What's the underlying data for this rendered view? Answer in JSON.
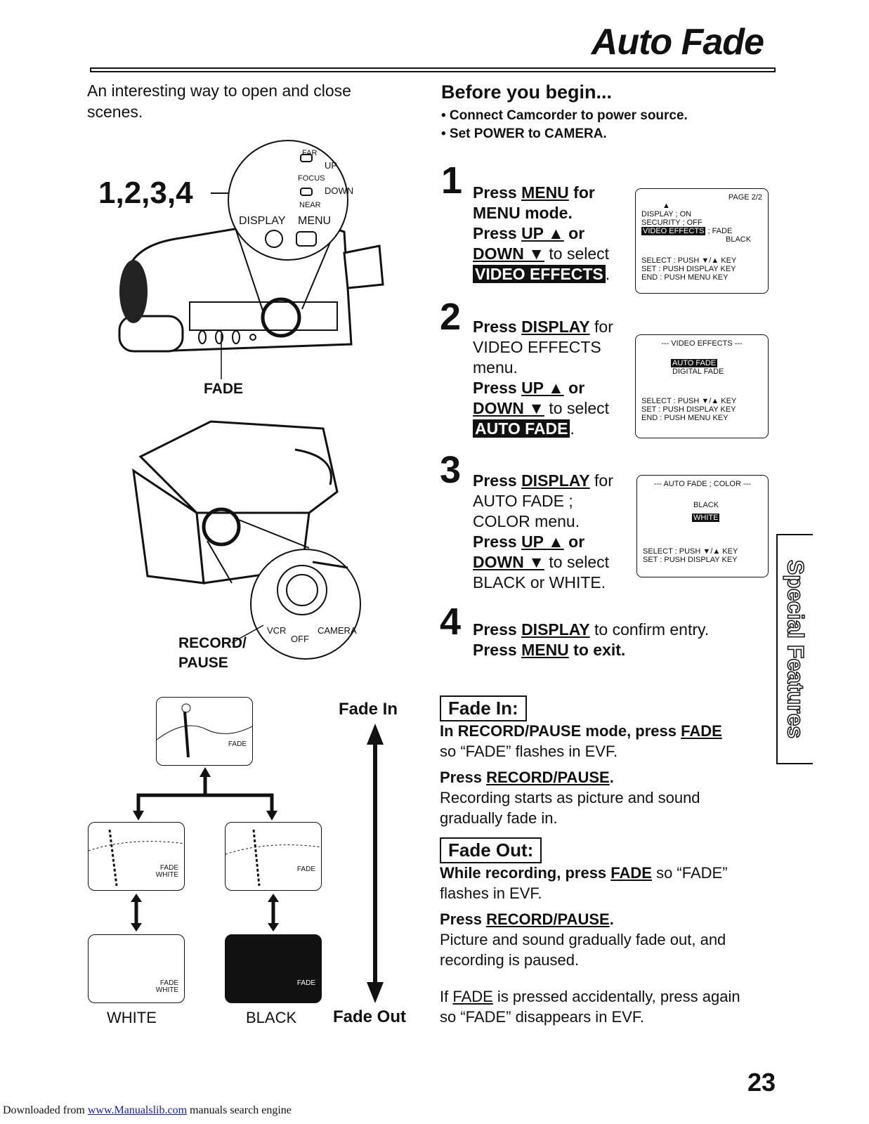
{
  "page": {
    "title": "Auto Fade",
    "intro": "An interesting way to open and close scenes.",
    "page_number": "23",
    "side_tab": "Special Features",
    "footer": {
      "prefix": "Downloaded from ",
      "link": "www.Manualslib.com",
      "suffix": " manuals search engine"
    }
  },
  "before": {
    "heading": "Before you begin...",
    "items": [
      "• Connect Camcorder to power source.",
      "• Set POWER to CAMERA."
    ]
  },
  "figure": {
    "step_label": "1,2,3,4",
    "far": "FAR",
    "up": "UP",
    "focus": "FOCUS",
    "near": "NEAR",
    "down": "DOWN",
    "display": "DISPLAY",
    "menu": "MENU",
    "fade": "FADE",
    "record_pause": [
      "RECORD/",
      "PAUSE"
    ],
    "vcr": "VCR",
    "off": "OFF",
    "camera": "CAMERA"
  },
  "steps": [
    {
      "num": "1",
      "a": "Press ",
      "a_u": "MENU",
      "a2": " for",
      "b": "MENU mode.",
      "c": "Press ",
      "c_u": "UP ▲",
      "c2": " or",
      "d_u": "DOWN ▼",
      "d2": " to select",
      "hl": "VIDEO EFFECTS",
      "end": "."
    },
    {
      "num": "2",
      "a": "Press ",
      "a_u": "DISPLAY",
      "a2": " for",
      "b": "VIDEO EFFECTS",
      "b2": "menu.",
      "c": "Press ",
      "c_u": "UP ▲",
      "c2": " or",
      "d_u": "DOWN ▼",
      "d2": " to select",
      "hl": "AUTO FADE",
      "end": "."
    },
    {
      "num": "3",
      "a": "Press ",
      "a_u": "DISPLAY",
      "a2": " for",
      "b": "AUTO FADE ;",
      "b2": "COLOR menu.",
      "c": "Press ",
      "c_u": "UP ▲",
      "c2": " or",
      "d_u": "DOWN ▼",
      "d2": " to select",
      "e": "BLACK or WHITE."
    },
    {
      "num": "4",
      "a": "Press ",
      "a_u": "DISPLAY",
      "a2": " to confirm entry.",
      "b": "Press ",
      "b_u": "MENU",
      "b2": " to exit."
    }
  ],
  "lcd1": {
    "page": "PAGE 2/2",
    "arrow": "▲",
    "r1": "DISPLAY     ; ON",
    "r2": "SECURITY    ; OFF",
    "r3a": "VIDEO EFFECTS",
    "r3b": " ; FADE",
    "r4": "BLACK",
    "f1": "SELECT : PUSH ▼/▲ KEY",
    "f2": "SET    : PUSH DISPLAY KEY",
    "f3": "END    : PUSH MENU KEY"
  },
  "lcd2": {
    "head": "--- VIDEO EFFECTS ---",
    "i1": "AUTO FADE",
    "i2": "DIGITAL FADE",
    "f1": "SELECT : PUSH ▼/▲ KEY",
    "f2": "SET    : PUSH DISPLAY KEY",
    "f3": "END    : PUSH MENU KEY"
  },
  "lcd3": {
    "head": "--- AUTO FADE ; COLOR ---",
    "i1": "BLACK",
    "i2": "WHITE",
    "f1": "SELECT : PUSH ▼/▲ KEY",
    "f2": "SET    : PUSH DISPLAY KEY"
  },
  "fade_diagram": {
    "fade_in": "Fade In",
    "fade_out": "Fade Out",
    "white": "WHITE",
    "black": "BLACK",
    "fade": "FADE",
    "fade_white": [
      "FADE",
      "WHITE"
    ]
  },
  "fade_in_box": {
    "heading": "Fade In:",
    "p1_b": "In RECORD/PAUSE mode, press ",
    "p1_u": "FADE",
    "p1_t": "so “FADE” flashes in EVF.",
    "p2_b": "Press ",
    "p2_u": "RECORD/PAUSE",
    "p2_end": ".",
    "p3": "Recording starts as picture and sound gradually fade in."
  },
  "fade_out_box": {
    "heading": "Fade Out:",
    "p1_b": "While recording, press ",
    "p1_u": "FADE",
    "p1_t": " so “FADE” flashes in EVF.",
    "p2_b": "Press ",
    "p2_u": "RECORD/PAUSE",
    "p2_end": ".",
    "p3": "Picture and sound gradually fade out, and recording is paused."
  },
  "note": {
    "a": "If ",
    "u": "FADE",
    "b": " is pressed accidentally, press again so “FADE” disappears in EVF."
  }
}
